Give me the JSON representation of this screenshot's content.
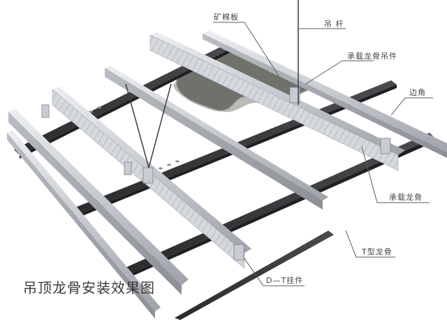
{
  "diagram": {
    "title": "吊顶龙骨安装效果图",
    "labels": {
      "mineral_board": "矿棉板",
      "hanger_rod": "吊  杆",
      "main_runner_hanger": "承载龙骨吊件",
      "edge_angle": "边角",
      "main_runner": "承载龙骨",
      "t_runner": "T型龙骨",
      "dt_hanger": "D—T挂件"
    },
    "colors": {
      "background": "#ffffff",
      "steel_light": "#d9dbe0",
      "steel_mid": "#b4b7bd",
      "steel_dark": "#8e9197",
      "black_runner": "#3b3c3e",
      "black_runner_edge": "#232425",
      "board": "#6f716b",
      "board_edge": "#9c9e98",
      "leader_line": "#5a5a5a",
      "text": "#444444"
    }
  }
}
